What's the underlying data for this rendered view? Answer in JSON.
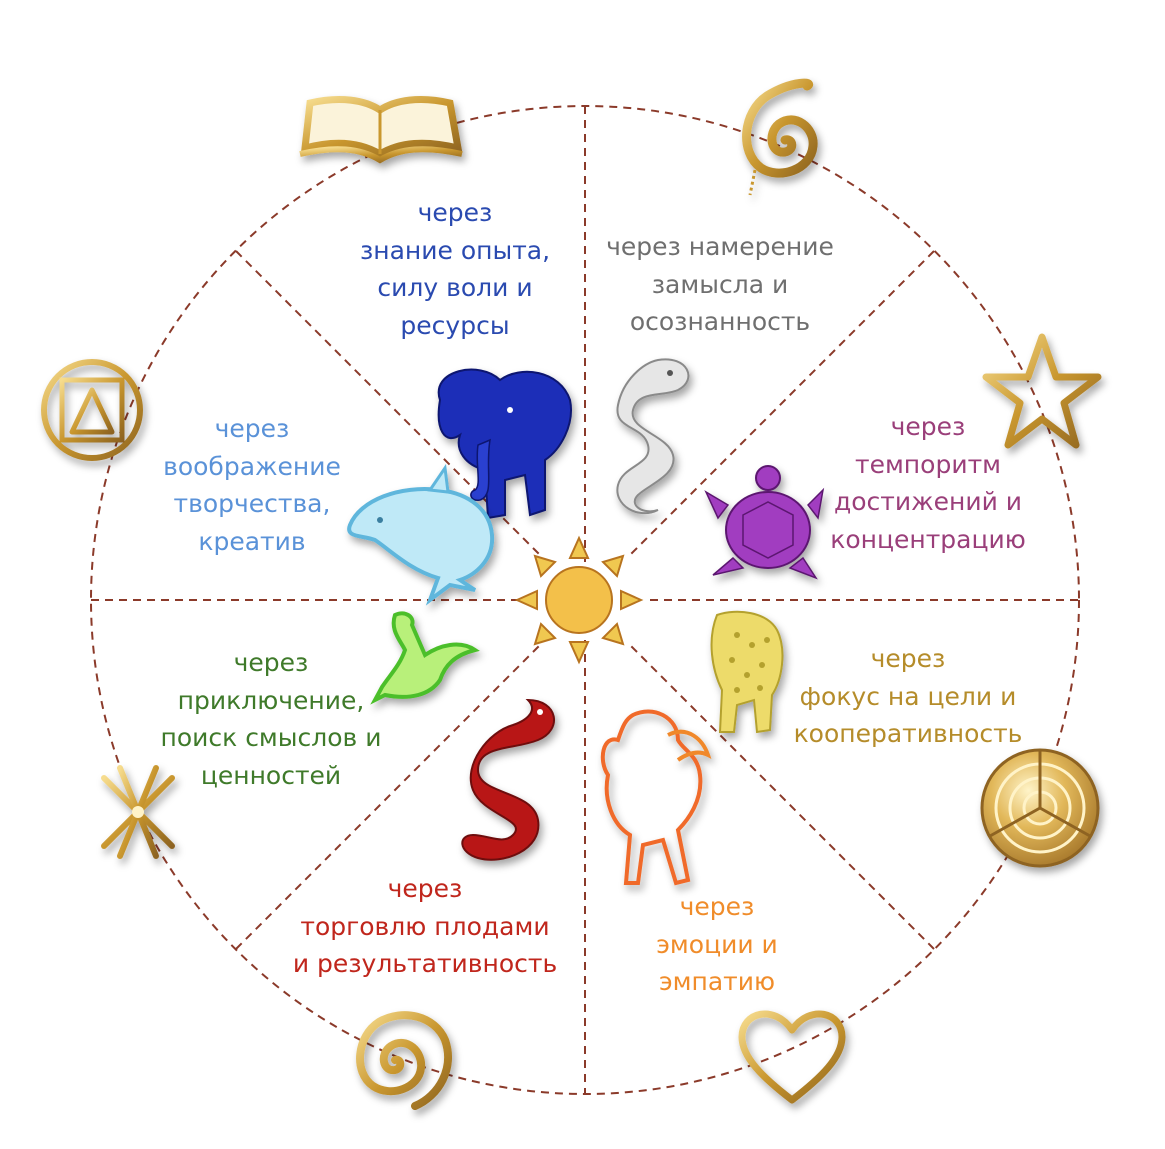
{
  "colors": {
    "circle": "#8b3a2a",
    "gold": "#d4a63c",
    "sun": "#f3c04a"
  },
  "sectors": [
    {
      "id": "knowledge",
      "lines": [
        "через",
        "знание опыта,",
        "силу воли и",
        "ресурсы"
      ],
      "color": "#2a4ab0",
      "animal": "elephant",
      "animal_color": "#1d2fb8",
      "symbol": "book-icon"
    },
    {
      "id": "intention",
      "lines": [
        "через намерение",
        "замысла и",
        "осознанность"
      ],
      "color": "#6f6f6f",
      "animal": "dragon-white",
      "animal_color": "#d7d7d7",
      "symbol": "spiral-icon"
    },
    {
      "id": "tempo",
      "lines": [
        "через",
        "темпоритм",
        "достижений и",
        "концентрацию"
      ],
      "color": "#9a3f7a",
      "animal": "turtle",
      "animal_color": "#a13cc0",
      "symbol": "star-icon"
    },
    {
      "id": "focus",
      "lines": [
        "через",
        "фокус на цели и",
        "кооперативность"
      ],
      "color": "#b58c2a",
      "animal": "jaguar",
      "animal_color": "#eddb6a",
      "symbol": "labyrinth-icon"
    },
    {
      "id": "emotion",
      "lines": [
        "через",
        "эмоции и",
        "эмпатию"
      ],
      "color": "#f08c2a",
      "animal": "horse",
      "animal_color": "#f06a2a",
      "symbol": "heart-icon"
    },
    {
      "id": "trade",
      "lines": [
        "через",
        "торговлю плодами",
        "и результативность"
      ],
      "color": "#c0261c",
      "animal": "dragon-red",
      "animal_color": "#b81818",
      "symbol": "spiral-double-icon"
    },
    {
      "id": "adventure",
      "lines": [
        "через",
        "приключение,",
        "поиск смыслов и",
        "ценностей"
      ],
      "color": "#3f7a2a",
      "animal": "bird",
      "animal_color": "#8ee64a",
      "symbol": "asterisk-icon"
    },
    {
      "id": "imagination",
      "lines": [
        "через",
        "воображение",
        "творчества,",
        "креатив"
      ],
      "color": "#5a92d8",
      "animal": "dolphin",
      "animal_color": "#8fd3f0",
      "symbol": "triangle-square-icon"
    }
  ]
}
